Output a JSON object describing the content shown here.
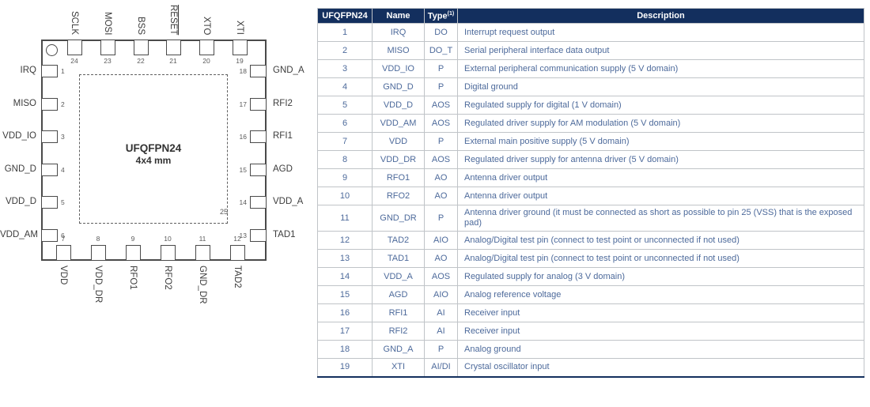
{
  "diagram": {
    "package_name": "UFQFPN24",
    "package_size": "4x4 mm",
    "exposed_pad_number": "25",
    "pins": {
      "top": [
        {
          "num": "24",
          "label": "SCLK"
        },
        {
          "num": "23",
          "label": "MOSI"
        },
        {
          "num": "22",
          "label": "BSS"
        },
        {
          "num": "21",
          "label": "RESET",
          "overline": true
        },
        {
          "num": "20",
          "label": "XTO"
        },
        {
          "num": "19",
          "label": "XTI"
        }
      ],
      "left": [
        {
          "num": "1",
          "label": "IRQ"
        },
        {
          "num": "2",
          "label": "MISO"
        },
        {
          "num": "3",
          "label": "VDD_IO"
        },
        {
          "num": "4",
          "label": "GND_D"
        },
        {
          "num": "5",
          "label": "VDD_D"
        },
        {
          "num": "6",
          "label": "VDD_AM"
        }
      ],
      "right": [
        {
          "num": "18",
          "label": "GND_A"
        },
        {
          "num": "17",
          "label": "RFI2"
        },
        {
          "num": "16",
          "label": "RFI1"
        },
        {
          "num": "15",
          "label": "AGD"
        },
        {
          "num": "14",
          "label": "VDD_A"
        },
        {
          "num": "13",
          "label": "TAD1"
        }
      ],
      "bottom": [
        {
          "num": "7",
          "label": "VDD"
        },
        {
          "num": "8",
          "label": "VDD_DR"
        },
        {
          "num": "9",
          "label": "RFO1"
        },
        {
          "num": "10",
          "label": "RFO2"
        },
        {
          "num": "11",
          "label": "GND_DR"
        },
        {
          "num": "12",
          "label": "TAD2"
        }
      ]
    }
  },
  "table": {
    "headers": {
      "pin": "UFQFPN24",
      "name": "Name",
      "type": "Type",
      "type_sup": "(1)",
      "description": "Description"
    },
    "colors": {
      "header_bg": "#132f5e",
      "row_text": "#4d6a9b",
      "grid": "#c0c4c8"
    },
    "rows": [
      {
        "pin": "1",
        "name": "IRQ",
        "type": "DO",
        "description": "Interrupt request output"
      },
      {
        "pin": "2",
        "name": "MISO",
        "type": "DO_T",
        "description": "Serial peripheral interface data output"
      },
      {
        "pin": "3",
        "name": "VDD_IO",
        "type": "P",
        "description": "External peripheral communication supply (5 V domain)"
      },
      {
        "pin": "4",
        "name": "GND_D",
        "type": "P",
        "description": "Digital ground"
      },
      {
        "pin": "5",
        "name": "VDD_D",
        "type": "AOS",
        "description": "Regulated supply for digital (1 V domain)"
      },
      {
        "pin": "6",
        "name": "VDD_AM",
        "type": "AOS",
        "description": "Regulated driver supply for AM modulation (5 V domain)"
      },
      {
        "pin": "7",
        "name": "VDD",
        "type": "P",
        "description": "External main positive supply (5 V domain)"
      },
      {
        "pin": "8",
        "name": "VDD_DR",
        "type": "AOS",
        "description": "Regulated driver supply for antenna driver (5 V domain)"
      },
      {
        "pin": "9",
        "name": "RFO1",
        "type": "AO",
        "description": "Antenna driver output"
      },
      {
        "pin": "10",
        "name": "RFO2",
        "type": "AO",
        "description": "Antenna driver output"
      },
      {
        "pin": "11",
        "name": "GND_DR",
        "type": "P",
        "description": "Antenna driver ground (it must be connected as short as possible to pin 25 (VSS) that is the exposed pad)"
      },
      {
        "pin": "12",
        "name": "TAD2",
        "type": "AIO",
        "description": "Analog/Digital test pin (connect to test point or unconnected if not used)"
      },
      {
        "pin": "13",
        "name": "TAD1",
        "type": "AO",
        "description": "Analog/Digital test pin (connect to test point or unconnected if not used)"
      },
      {
        "pin": "14",
        "name": "VDD_A",
        "type": "AOS",
        "description": "Regulated supply for analog (3 V domain)"
      },
      {
        "pin": "15",
        "name": "AGD",
        "type": "AIO",
        "description": "Analog reference voltage"
      },
      {
        "pin": "16",
        "name": "RFI1",
        "type": "AI",
        "description": "Receiver input"
      },
      {
        "pin": "17",
        "name": "RFI2",
        "type": "AI",
        "description": "Receiver input"
      },
      {
        "pin": "18",
        "name": "GND_A",
        "type": "P",
        "description": "Analog ground"
      },
      {
        "pin": "19",
        "name": "XTI",
        "type": "AI/DI",
        "description": "Crystal oscillator input"
      }
    ]
  }
}
